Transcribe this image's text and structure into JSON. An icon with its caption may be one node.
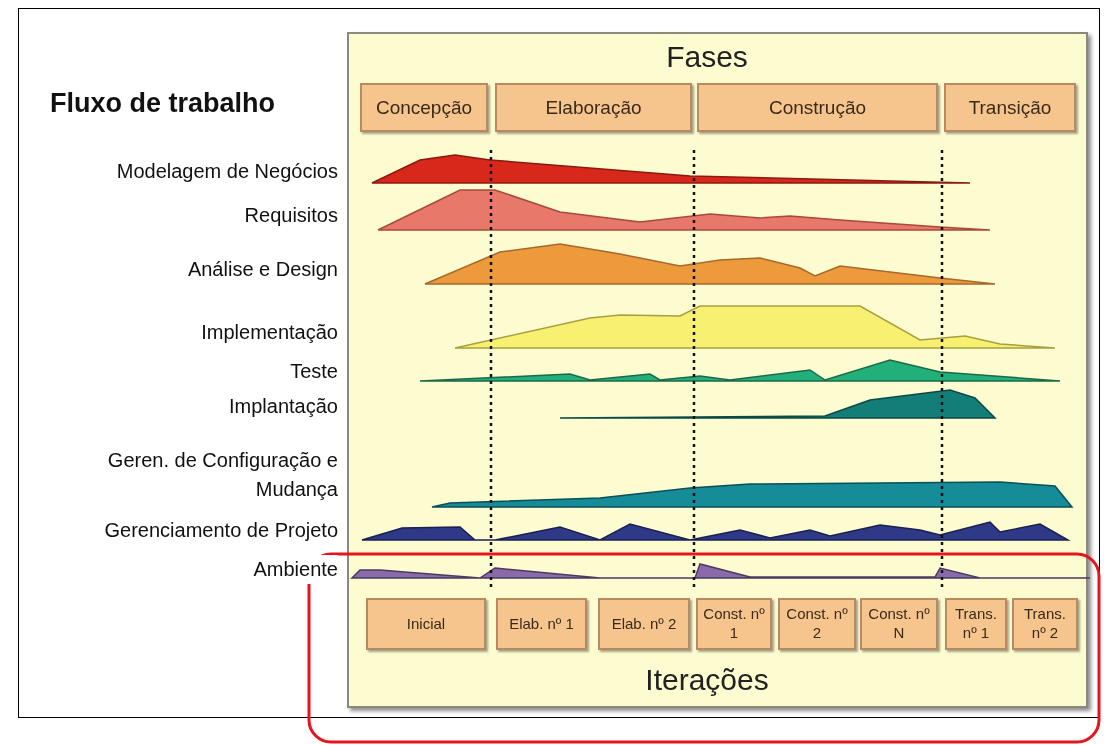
{
  "diagram": {
    "nodes": [
      {
        "text": [
          "Concepção"
        ]
      },
      {
        "text": [
          "Elaboração"
        ]
      },
      {
        "text": [
          "Construção"
        ]
      },
      {
        "text": [
          "Transição"
        ]
      },
      {
        "text": [
          "Inicial"
        ]
      },
      {
        "text": [
          "Elab. nº 1"
        ]
      },
      {
        "text": [
          "Elab. nº 2"
        ]
      },
      {
        "text": [
          "Const. nº 1"
        ]
      },
      {
        "text": [
          "Const. nº 2"
        ]
      },
      {
        "text": [
          "Const. nº N"
        ]
      },
      {
        "text": [
          "Trans. nº 1"
        ]
      },
      {
        "text": [
          "Trans. nº 2"
        ]
      }
    ],
    "labels": [
      "Fases",
      "Fluxo de trabalho",
      "Modelagem de Negócios",
      "Requisitos",
      "Análise e Design",
      "Implementação",
      "Teste",
      "Implantação",
      "Geren. de Configuração e Mudança",
      "Gerenciamento de Projeto",
      "Ambiente",
      "Iterações"
    ]
  }
}
